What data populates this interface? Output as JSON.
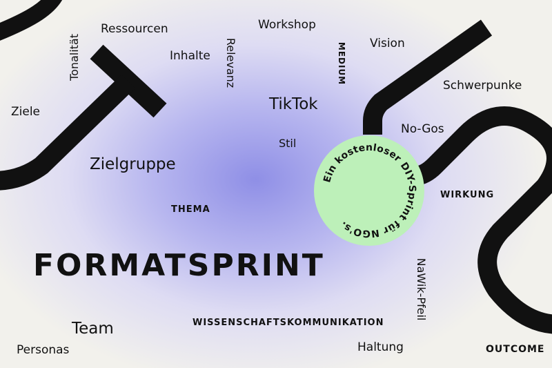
{
  "title": "FORMATSPRINT",
  "badge": {
    "text": "Ein kostenloser DIY-Sprint für NGO's."
  },
  "words": {
    "tonalitaet": "Tonalität",
    "ressourcen": "Ressourcen",
    "workshop": "Workshop",
    "vision": "Vision",
    "inhalte": "Inhalte",
    "relevanz": "Relevanz",
    "medium": "MEDIUM",
    "schwerpunke": "Schwerpunke",
    "ziele": "Ziele",
    "tiktok": "TikTok",
    "no_gos": "No-Gos",
    "stil": "Stil",
    "zielgruppe": "Zielgruppe",
    "wirkung": "WIRKUNG",
    "thema": "THEMA",
    "nawik_pfeil": "NaWik-Pfeil",
    "team": "Team",
    "wissenschaftskommunikation": "WISSENSCHAFTSKOMMUNIKATION",
    "haltung": "Haltung",
    "personas": "Personas",
    "outcome": "OUTCOME"
  },
  "colors": {
    "background": "#f2f1ec",
    "glow": "#8f8fe6",
    "badge": "#bdf0b9",
    "stroke": "#111111"
  }
}
